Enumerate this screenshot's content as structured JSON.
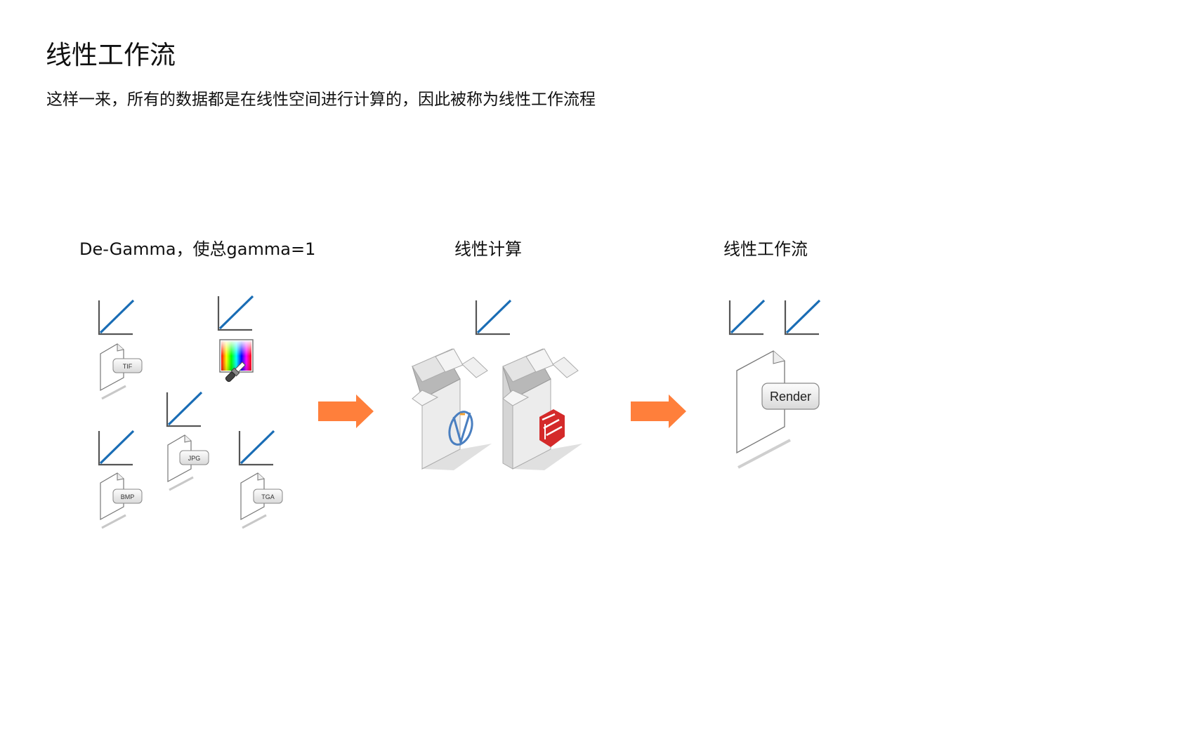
{
  "page": {
    "title": "线性工作流",
    "subtitle": "这样一来，所有的数据都是在线性空间进行计算的，因此被称为线性工作流程"
  },
  "stages": [
    {
      "label": "De-Gamma，使总gamma=1"
    },
    {
      "label": "线性计算"
    },
    {
      "label": "线性工作流"
    }
  ],
  "file_tags": [
    "TIF",
    "JPG",
    "BMP",
    "TGA"
  ],
  "render_button": "Render",
  "icons": {
    "gamma_curve": "linear-curve-icon",
    "color_picker": "color-picker-icon",
    "file": "file-icon",
    "software_box_1": "vray-box-icon",
    "software_box_2": "sketchup-box-icon",
    "arrow": "arrow-right-icon"
  },
  "colors": {
    "arrow": "#ff7f3b",
    "curve_line": "#1a6db5",
    "axis": "#555555",
    "sketchup_red": "#d42a2a",
    "vray_blue": "#4a7fc0"
  }
}
